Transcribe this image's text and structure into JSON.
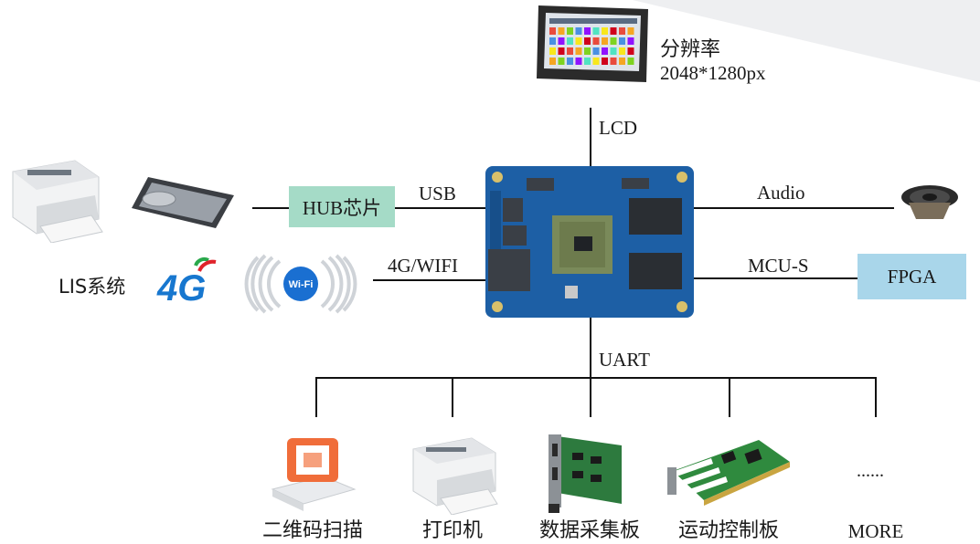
{
  "display": {
    "resolution_label": "分辨率",
    "resolution_value": "2048*1280px"
  },
  "interfaces": {
    "lcd": "LCD",
    "usb": "USB",
    "audio": "Audio",
    "wireless": "4G/WIFI",
    "mcu": "MCU-S",
    "uart": "UART"
  },
  "boxes": {
    "hub": "HUB芯片",
    "fpga": "FPGA"
  },
  "left_devices": {
    "lis": "LIS系统",
    "fourg": "4G",
    "wifi": "Wi-Fi"
  },
  "bottom_devices": [
    {
      "label": "二维码扫描"
    },
    {
      "label": "打印机"
    },
    {
      "label": "数据采集板"
    },
    {
      "label": "运动控制板"
    },
    {
      "label": "MORE",
      "marker": "......"
    }
  ],
  "colors": {
    "hub_box": "#a5dbc7",
    "fpga_box": "#a9d6ea",
    "board": "#1d5fa5",
    "fourg_blue": "#1777cf",
    "wifi_blue": "#1a6fd1"
  },
  "icons": [
    "display-panel-icon",
    "printer-icon",
    "keyboard-mouse-icon",
    "speaker-icon",
    "fourg-logo-icon",
    "wifi-signal-icon",
    "cpu-board-icon",
    "qr-scanner-icon",
    "daq-card-icon",
    "motion-control-card-icon"
  ]
}
